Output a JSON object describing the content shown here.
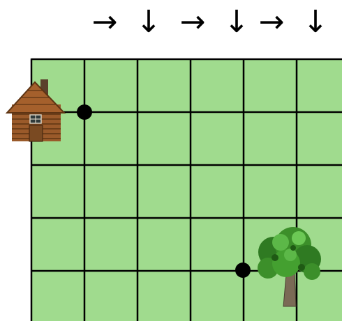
{
  "instructions": {
    "arrows": [
      "→",
      "↓",
      "→",
      "↓",
      "→",
      "↓"
    ]
  },
  "board": {
    "grid_color": "#a0db8e",
    "line_color": "#000000",
    "rows": 5,
    "cols": 6,
    "start": {
      "col": 1,
      "row": 1,
      "landmark": "house-icon"
    },
    "end": {
      "col": 4,
      "row": 4,
      "landmark": "tree-icon"
    }
  }
}
